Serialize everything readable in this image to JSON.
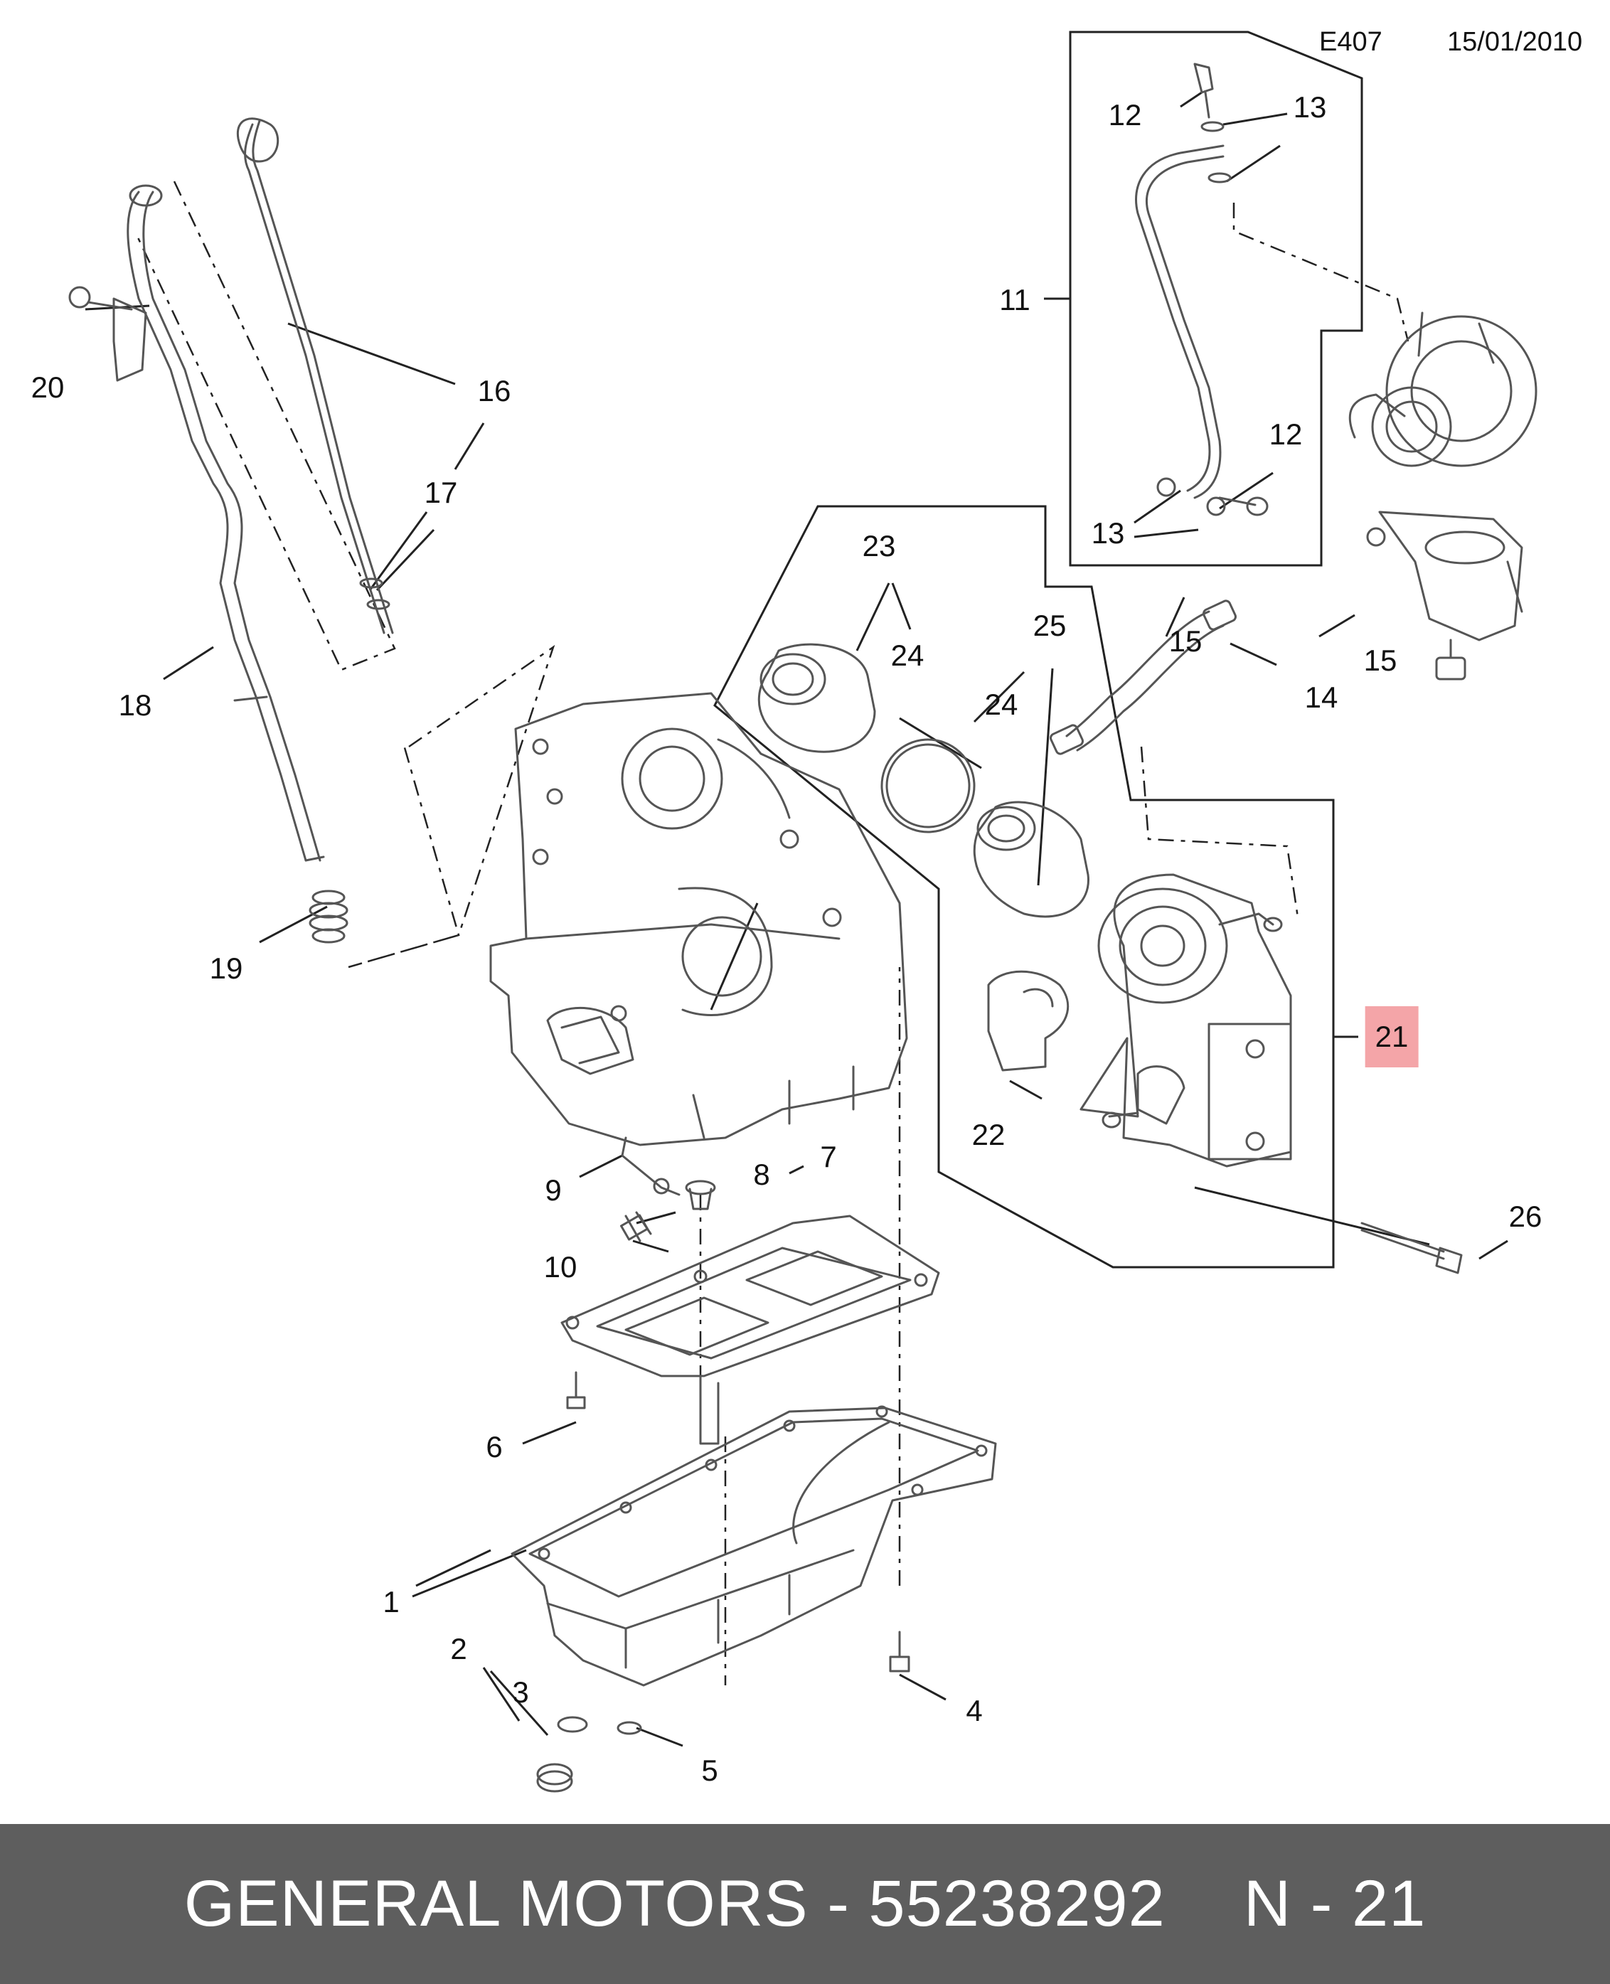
{
  "header": {
    "code": "E407",
    "date": "15/01/2010"
  },
  "callouts": {
    "c1": "1",
    "c2": "2",
    "c3": "3",
    "c4": "4",
    "c5": "5",
    "c6": "6",
    "c7": "7",
    "c8": "8",
    "c9": "9",
    "c10": "10",
    "c11": "11",
    "c12a": "12",
    "c12b": "12",
    "c13a": "13",
    "c13b": "13",
    "c14": "14",
    "c15a": "15",
    "c15b": "15",
    "c16": "16",
    "c17": "17",
    "c18": "18",
    "c19": "19",
    "c20": "20",
    "c21": "21",
    "c22": "22",
    "c23": "23",
    "c24a": "24",
    "c24b": "24",
    "c25": "25",
    "c26": "26"
  },
  "highlight": {
    "part": "21",
    "color": "#f4a5a8"
  },
  "footer": {
    "brand": "GENERAL MOTORS - 55238292",
    "ref": "N - 21"
  },
  "colors": {
    "footer_bg": "#5e5e5e",
    "line": "#222222",
    "part_line": "#555555"
  }
}
